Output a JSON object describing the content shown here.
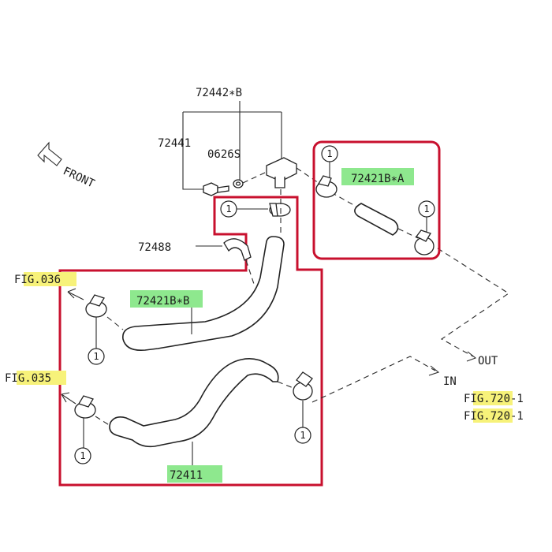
{
  "labels": {
    "front": "FRONT",
    "part_72442b": "72442∗B",
    "part_72441": "72441",
    "part_0626s": "0626S",
    "part_72488": "72488",
    "part_72421ba": "72421B∗A",
    "part_72421bb": "72421B∗B",
    "part_72411": "72411",
    "fig_036": "FIG.036",
    "fig_035": "FIG.035",
    "fig_720_1a": "FIG.720-1",
    "fig_720_1b": "FIG.720-1",
    "out": "OUT",
    "in": "IN",
    "callout": "1"
  },
  "highlights": {
    "part_number": "#8ee88e",
    "figure_ref": "#f7f27a",
    "group_box": "#c8102e"
  }
}
